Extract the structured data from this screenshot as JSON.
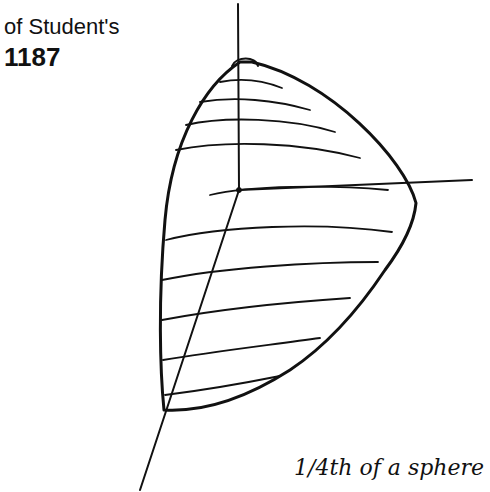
{
  "diagram": {
    "labels": [
      "of Student's",
      "1187",
      "1/4th of a sphere"
    ]
  }
}
